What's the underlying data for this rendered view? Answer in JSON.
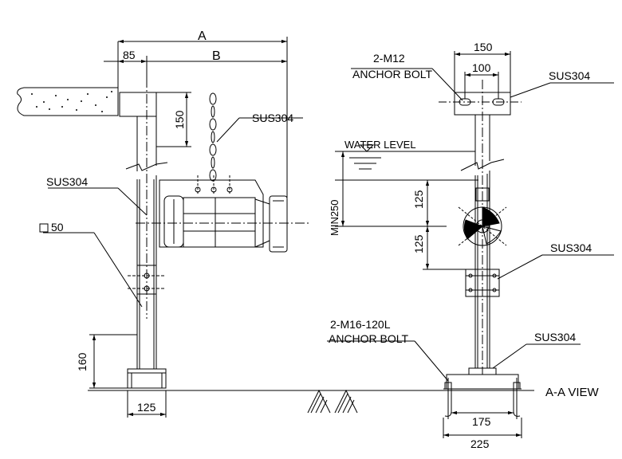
{
  "dimensions": {
    "a": "A",
    "b": "B",
    "d85": "85",
    "d150_vert": "150",
    "d160": "160",
    "d125_base": "125",
    "d150_top": "150",
    "d100_top": "100",
    "d125_upper": "125",
    "d125_lower": "125",
    "min250": "MIN250",
    "d175": "175",
    "d225": "225"
  },
  "callouts": {
    "sus_chain": "SUS304",
    "sus_left_post": "SUS304",
    "square50": "50",
    "anchor_m12_line1": "2-M12",
    "anchor_m12_line2": "ANCHOR BOLT",
    "sus_top_right": "SUS304",
    "water_level": "WATER LEVEL",
    "sus_mid_right": "SUS304",
    "anchor_m16_line1": "2-M16-120L",
    "anchor_m16_line2": "ANCHOR BOLT",
    "sus_base_right": "SUS304",
    "view_label": "A-A VIEW"
  }
}
